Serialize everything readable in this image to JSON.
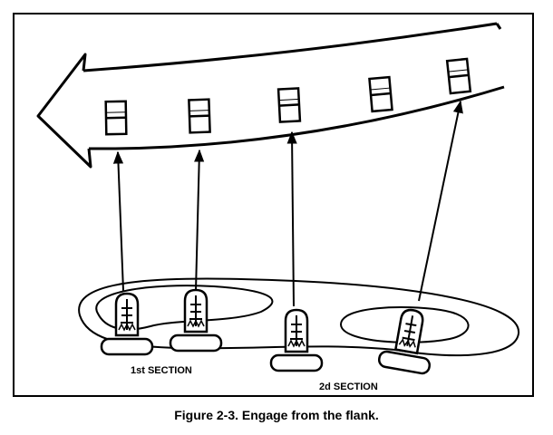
{
  "diagram": {
    "labels": {
      "first_section": "1st SECTION",
      "second_section": "2d SECTION"
    }
  },
  "caption": "Figure 2-3.  Engage from the flank.",
  "enemy_column": {
    "vehicle_count": 5,
    "direction": "left"
  },
  "friendly_units": {
    "vehicle_count": 4,
    "sections": 2
  },
  "colors": {
    "ink": "#000000",
    "background": "#ffffff"
  }
}
